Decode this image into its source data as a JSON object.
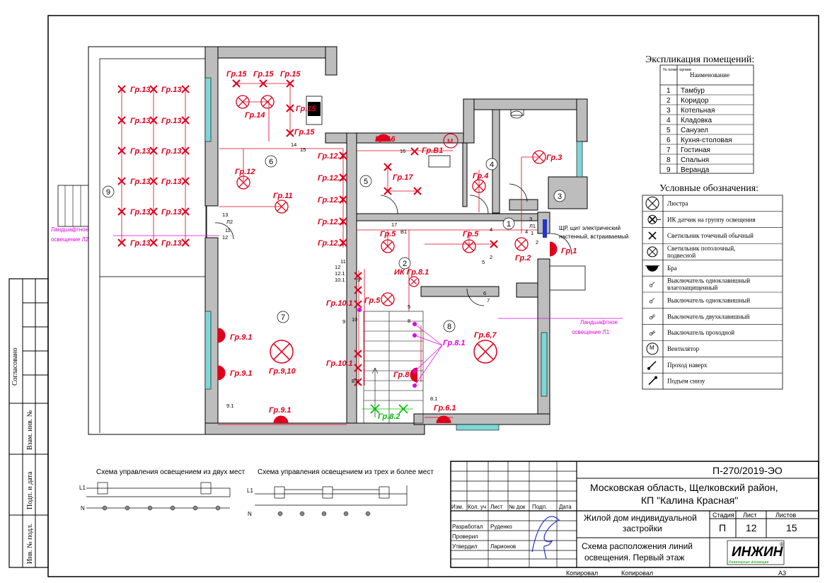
{
  "colors": {
    "line": "#000000",
    "red": "#e0001b",
    "wall": "#bdbdbd",
    "magenta": "#e000e0",
    "green": "#00c000",
    "window": "#7fd6d6"
  },
  "explication": {
    "title": "Экспликация помещений:",
    "col_no": "№ поме- щения",
    "col_name": "Наименование",
    "rows": [
      {
        "no": "1",
        "name": "Тамбур"
      },
      {
        "no": "2",
        "name": "Коридор"
      },
      {
        "no": "3",
        "name": "Котельная"
      },
      {
        "no": "4",
        "name": "Кладовка"
      },
      {
        "no": "5",
        "name": "Санузел"
      },
      {
        "no": "6",
        "name": "Кухня-столовая"
      },
      {
        "no": "7",
        "name": "Гостиная"
      },
      {
        "no": "8",
        "name": "Спальня"
      },
      {
        "no": "9",
        "name": "Веранда"
      }
    ]
  },
  "legend": {
    "title": "Условные обозначения:",
    "items": [
      {
        "icon": "chandelier-icon",
        "label": "Люстра"
      },
      {
        "icon": "ir-sensor-icon",
        "label": "ИК датчик на группу освещения"
      },
      {
        "icon": "spotlight-icon",
        "label": "Светильник точечный обычный"
      },
      {
        "icon": "ceiling-light-icon",
        "label": "Светильник потолочный, подвесной"
      },
      {
        "icon": "wall-lamp-icon",
        "label": "Бра"
      },
      {
        "icon": "waterproof-switch-icon",
        "label": "Выключатель одноклавишный влагозащищенный"
      },
      {
        "icon": "single-switch-icon",
        "label": "Выключатель одноклавишный"
      },
      {
        "icon": "double-switch-icon",
        "label": "Выключатель двухклавишный"
      },
      {
        "icon": "pass-switch-icon",
        "label": "Выключатель проходной"
      },
      {
        "icon": "fan-icon",
        "label": "Вентилятор"
      },
      {
        "icon": "pass-up-icon",
        "label": "Проход наверх"
      },
      {
        "icon": "rise-below-icon",
        "label": "Подъем снизу"
      }
    ]
  },
  "plan": {
    "rooms": [
      "1",
      "2",
      "3",
      "4",
      "5",
      "6",
      "7",
      "8",
      "9"
    ],
    "labels": {
      "gr13": "Гр.13",
      "gr15": "Гр.15",
      "gr14": "Гр.14",
      "gr12": "Гр.12",
      "gr11": "Гр.11",
      "gr12_1": "Гр.12.1",
      "gr16": "Гр.16",
      "gr17": "Гр.17",
      "grv1": "Гр.В1",
      "gr4": "Гр.4",
      "gr3": "Гр.3",
      "gr5": "Гр.5",
      "gr2": "Гр.2",
      "gr1": "Гр.1",
      "ik81": "ИК Гр.8.1",
      "gr10_1": "Гр.10.1",
      "gr91": "Гр.9.1",
      "gr910": "Гр.9,10",
      "gr8": "Гр.8",
      "gr82": "Гр.8.2",
      "gr81": "Гр.8.1",
      "gr67": "Гр.6,7",
      "gr61": "Гр.6.1"
    },
    "landscape_l2": [
      "Ландшафтное",
      "освещение Л2"
    ],
    "landscape_l1": [
      "Ландшафтное",
      "освещение Л1"
    ],
    "panel_note": [
      "ЩР, щит электрический",
      "настенный, встраиваемый"
    ],
    "switch_nums": {
      "n13": "13",
      "n12": "12",
      "n11": "11",
      "l2": "Л2",
      "n14": "14",
      "n15": "15",
      "n16": "16",
      "n17": "17",
      "b1": "В1",
      "n1": "1",
      "n2": "2",
      "n3": "3",
      "l1": "Л1",
      "n4": "4",
      "n5": "5",
      "n6": "6",
      "n7": "7",
      "n8": "8",
      "n9": "9",
      "n10": "10",
      "n10_1": "10.1",
      "n11b": "11",
      "n12_1": "12.1",
      "n8_1": "8.1",
      "n8_2": "8.2",
      "n9_1": "9.1",
      "n12b": "12"
    }
  },
  "schemes": {
    "two_places": "Схема управления освещением из двух мест",
    "three_places": "Схема управления освещением из трех и более мест",
    "l1": "L1",
    "n": "N"
  },
  "side_stamp": {
    "agreed": "Согласовано",
    "inv_sub": "Взам. инв. №",
    "sign_date": "Подп. и дата",
    "inv_orig": "Инв. № подл."
  },
  "title_block": {
    "code": "П-270/2019-ЭО",
    "location": [
      "Московская область, Щелковский район,",
      "КП \"Калина Красная\""
    ],
    "object": [
      "Жилой дом индивидуальной",
      "застройки"
    ],
    "sheet_name": [
      "Схема расположения линий",
      "освещения. Первый этаж"
    ],
    "hdr": {
      "izm": "Изм.",
      "kol": "Кол. уч",
      "list": "Лист",
      "ndok": "№ док",
      "podp": "Подп.",
      "data": "Дата"
    },
    "roles": [
      {
        "role": "Разработал",
        "name": "Руденко"
      },
      {
        "role": "Проверил",
        "name": ""
      },
      {
        "role": "Утвердил",
        "name": "Ларионов"
      }
    ],
    "stage_hdr": "Стадия",
    "sheet_hdr": "Лист",
    "sheets_hdr": "Листов",
    "stage": "П",
    "sheet": "12",
    "sheets": "15",
    "logo": "ИНЖИН",
    "logo_sub": "Инженерные инновации",
    "reg": "®",
    "copied1": "Копировал",
    "copied2": "Копировал",
    "format": "А3"
  }
}
